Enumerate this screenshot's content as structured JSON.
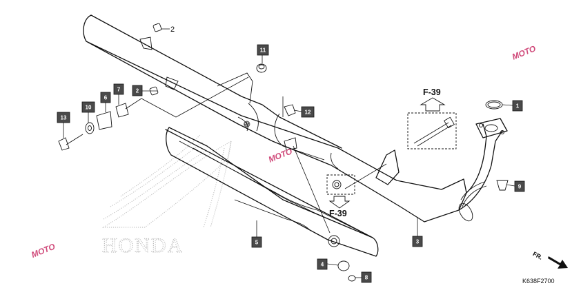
{
  "diagram": {
    "diagram_code": "K638F2700",
    "brand_logo_text": "HONDA",
    "front_label": "FR.",
    "watermark_text": "MOTO",
    "references": [
      {
        "id": "ref-top",
        "label": "F-39"
      },
      {
        "id": "ref-bottom",
        "label": "F-39"
      }
    ],
    "callouts": [
      {
        "id": "c1",
        "label": "1"
      },
      {
        "id": "c3",
        "label": "3"
      },
      {
        "id": "c4",
        "label": "4"
      },
      {
        "id": "c5",
        "label": "5"
      },
      {
        "id": "c6",
        "label": "6"
      },
      {
        "id": "c7",
        "label": "7"
      },
      {
        "id": "c8",
        "label": "8"
      },
      {
        "id": "c9",
        "label": "9"
      },
      {
        "id": "c10",
        "label": "10"
      },
      {
        "id": "c11",
        "label": "11"
      },
      {
        "id": "c12",
        "label": "12"
      },
      {
        "id": "c13",
        "label": "13"
      }
    ],
    "plain_labels": [
      {
        "id": "p2a",
        "label": "2"
      },
      {
        "id": "p2b",
        "label": "2"
      }
    ]
  },
  "colors": {
    "callout_fill": "#4a4a4a",
    "line": "#111111",
    "watermark": "#d04a7a"
  }
}
